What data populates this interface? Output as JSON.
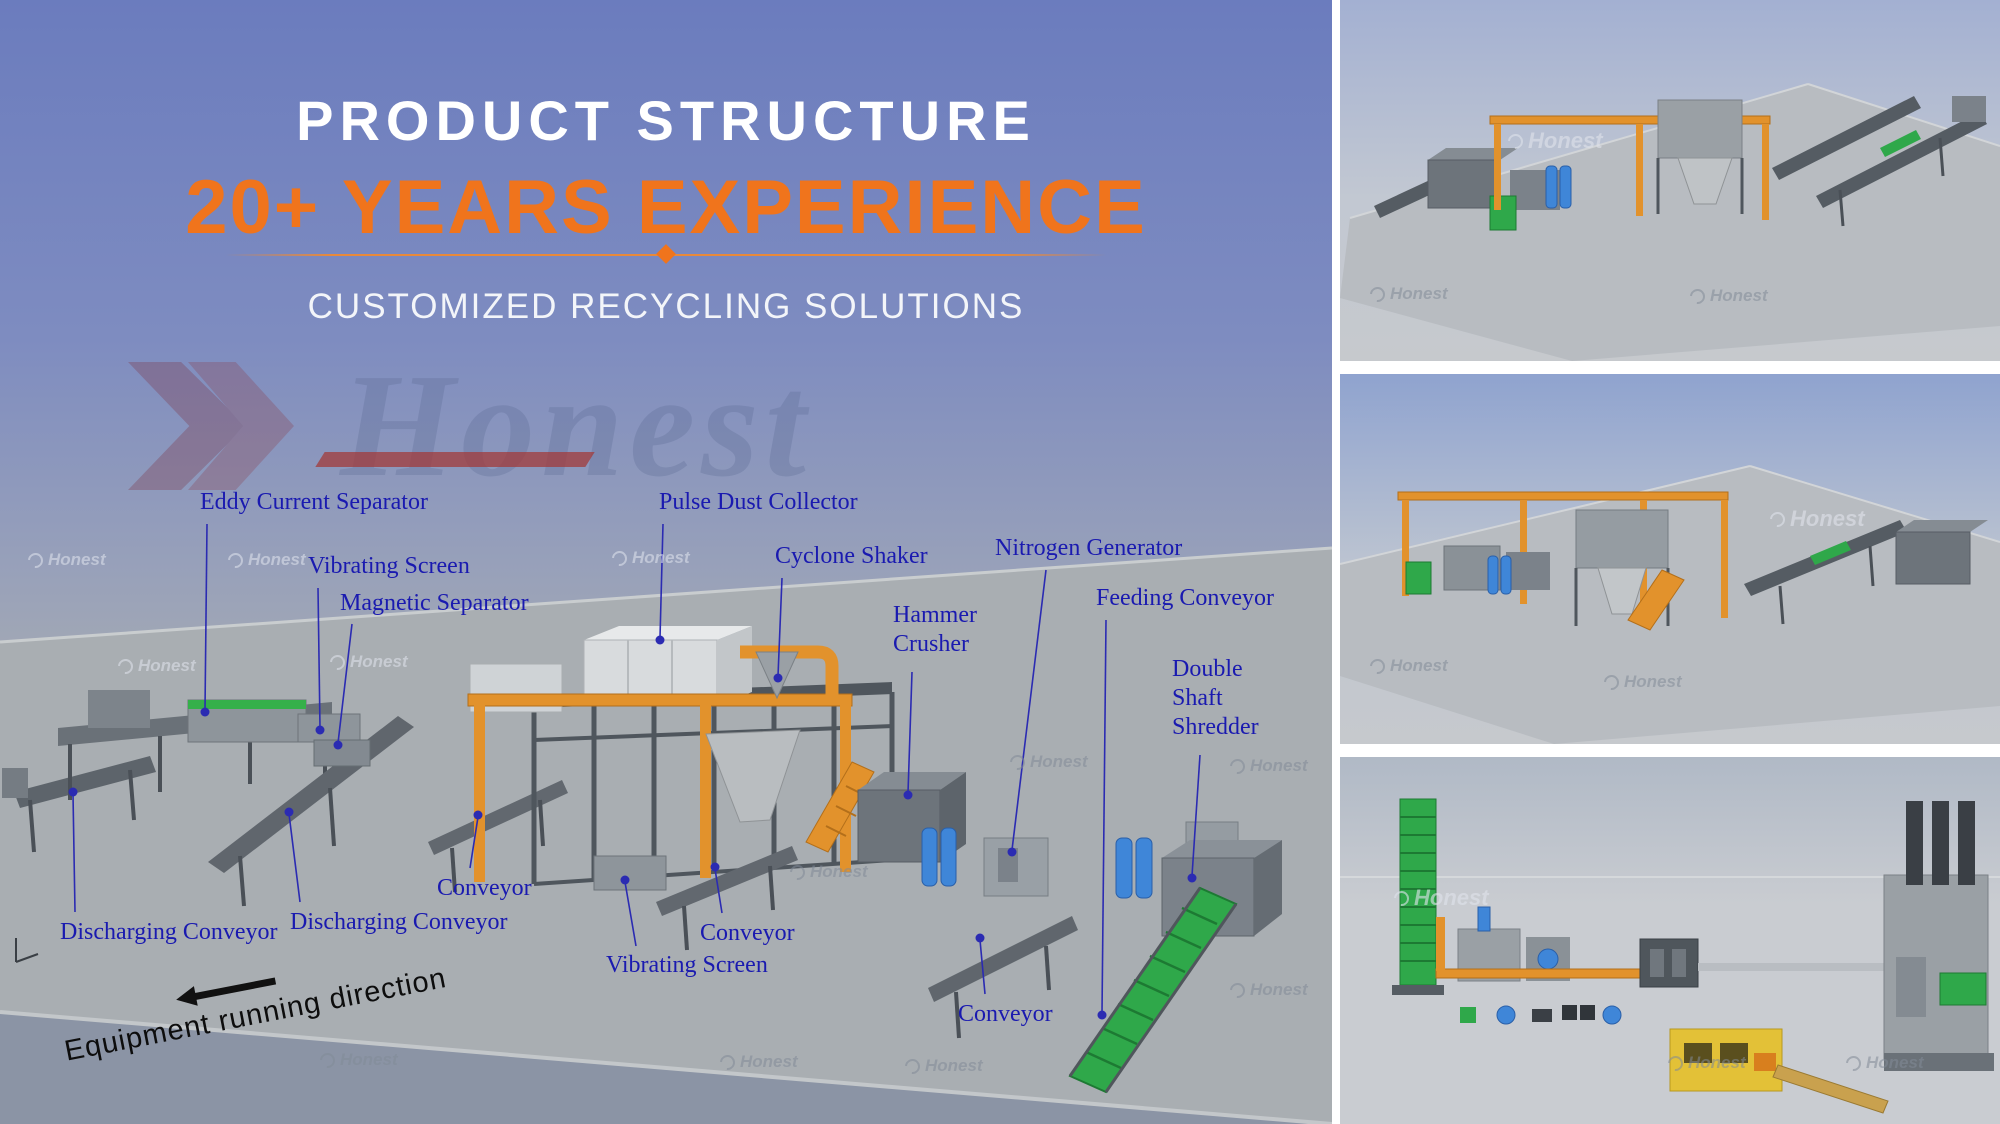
{
  "brand": {
    "watermark": "Honest"
  },
  "header": {
    "title": "PRODUCT STRUCTURE",
    "subtitle": "20+ YEARS EXPERIENCE",
    "tagline": "CUSTOMIZED RECYCLING SOLUTIONS"
  },
  "colors": {
    "accent_orange": "#f0741c",
    "label_blue": "#1a1ab0",
    "pipe_orange": "#e2922c",
    "belt_green": "#2fa84a",
    "tank_blue": "#3f86d8",
    "floor_gray": "#a9aeb2",
    "sky_blue": "#6b7cbe"
  },
  "diagram": {
    "direction_note": "Equipment running direction",
    "labels": [
      {
        "id": "eddy-current-separator",
        "text": "Eddy Current Separator"
      },
      {
        "id": "vibrating-screen-top",
        "text": "Vibrating Screen"
      },
      {
        "id": "magnetic-separator",
        "text": "Magnetic Separator"
      },
      {
        "id": "pulse-dust-collector",
        "text": "Pulse Dust Collector"
      },
      {
        "id": "cyclone-shaker",
        "text": "Cyclone Shaker"
      },
      {
        "id": "nitrogen-generator",
        "text": "Nitrogen Generator"
      },
      {
        "id": "hammer-crusher",
        "text": "Hammer Crusher"
      },
      {
        "id": "feeding-conveyor",
        "text": "Feeding Conveyor"
      },
      {
        "id": "double-shaft-shredder",
        "text": "Double Shaft Shredder"
      },
      {
        "id": "conveyor-mid",
        "text": "Conveyor"
      },
      {
        "id": "discharging-conveyor-left",
        "text": "Discharging Conveyor"
      },
      {
        "id": "discharging-conveyor-mid",
        "text": "Discharging Conveyor"
      },
      {
        "id": "vibrating-screen-bottom",
        "text": "Vibrating Screen"
      },
      {
        "id": "conveyor-center",
        "text": "Conveyor"
      },
      {
        "id": "conveyor-right",
        "text": "Conveyor"
      }
    ]
  },
  "side_panels": [
    {
      "name": "equipment-line-render-1"
    },
    {
      "name": "equipment-line-render-2"
    },
    {
      "name": "equipment-line-render-3"
    }
  ]
}
